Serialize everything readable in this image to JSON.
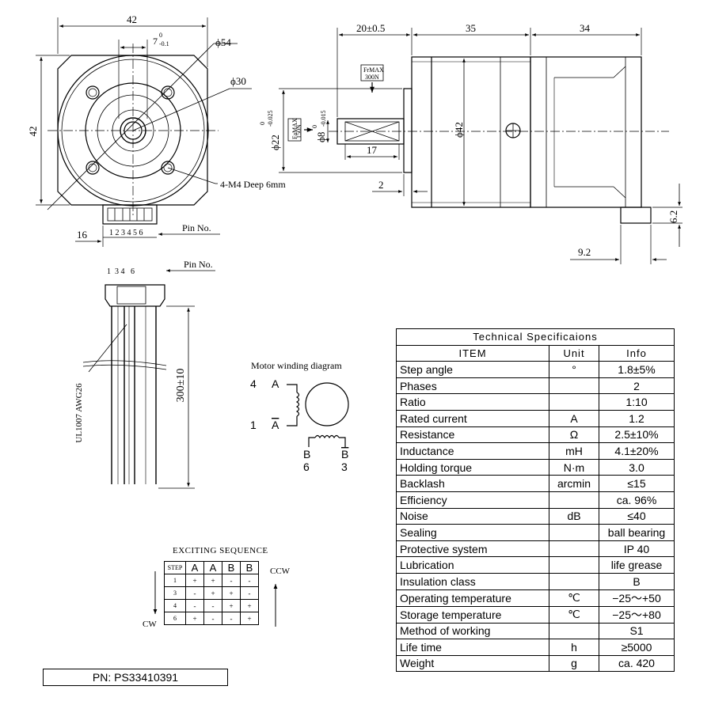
{
  "front_view": {
    "width_label": "42",
    "height_label": "42",
    "flat_label": "7",
    "flat_tol_upper": "0",
    "flat_tol_lower": "-0.1",
    "diameter_54": "ϕ54",
    "diameter_30": "ϕ30",
    "mount_holes": "4-M4 Deep 6mm",
    "connector_offset": "16",
    "pin_numbers": "1 2 3 4 5 6",
    "pin_label": "Pin No."
  },
  "side_view": {
    "shaft_length_label": "20±0.5",
    "gearbox_length": "35",
    "motor_length": "34",
    "force_axial": "FrMAX\n300N",
    "force_radial": "FaMAX\n150N",
    "pilot_diameter": "ϕ22",
    "pilot_tol_upper": "0",
    "pilot_tol_lower": "-0.025",
    "shaft_diameter": "ϕ8",
    "shaft_tol_upper": "0",
    "shaft_tol_lower": "-0.015",
    "key_length": "17",
    "pilot_depth": "2",
    "body_diameter": "ϕ42",
    "connector_height": "6.2",
    "connector_width": "9.2"
  },
  "cable_view": {
    "pins": "1  3 4   6",
    "pin_label": "Pin No.",
    "wire_spec": "UL1007  AWG26",
    "cable_length": "300±10"
  },
  "winding": {
    "title": "Motor winding diagram",
    "labels": {
      "a_pin": "4",
      "a": "A",
      "abar_pin": "1",
      "abar": "A",
      "b": "B",
      "b_pin": "6",
      "bbar": "B",
      "bbar_pin": "3"
    }
  },
  "sequence": {
    "title": "EXCITING SEQUENCE",
    "header": [
      "STEP",
      "A",
      "A",
      "B",
      "B"
    ],
    "overline": [
      false,
      false,
      true,
      false,
      true
    ],
    "rows": [
      [
        "1",
        "+",
        "+",
        "-",
        "-"
      ],
      [
        "3",
        "-",
        "+",
        "+",
        "-"
      ],
      [
        "4",
        "-",
        "-",
        "+",
        "+"
      ],
      [
        "6",
        "+",
        "-",
        "-",
        "+"
      ]
    ],
    "cw": "CW",
    "ccw": "CCW"
  },
  "specs": {
    "title": "Technical Specificaions",
    "header": [
      "ITEM",
      "Unit",
      "Info"
    ],
    "rows": [
      [
        "Step angle",
        "°",
        "1.8±5%"
      ],
      [
        "Phases",
        "",
        "2"
      ],
      [
        "Ratio",
        "",
        "1:10"
      ],
      [
        "Rated current",
        "A",
        "1.2"
      ],
      [
        "Resistance",
        "Ω",
        "2.5±10%"
      ],
      [
        "Inductance",
        "mH",
        "4.1±20%"
      ],
      [
        "Holding torque",
        "N·m",
        "3.0"
      ],
      [
        "Backlash",
        "arcmin",
        "≤15"
      ],
      [
        "Efficiency",
        "",
        "ca. 96%"
      ],
      [
        "Noise",
        "dB",
        "≤40"
      ],
      [
        "Sealing",
        "",
        "ball bearing"
      ],
      [
        "Protective system",
        "",
        "IP 40"
      ],
      [
        "Lubrication",
        "",
        "life grease"
      ],
      [
        "Insulation class",
        "",
        "B"
      ],
      [
        "Operating temperature",
        "℃",
        "−25～+50"
      ],
      [
        "Storage temperature",
        "℃",
        "−25～+80"
      ],
      [
        "Method of working",
        "",
        "S1"
      ],
      [
        "Life time",
        "h",
        "≥5000"
      ],
      [
        "Weight",
        "g",
        "ca. 420"
      ]
    ]
  },
  "part_number": "PN: PS33410391"
}
